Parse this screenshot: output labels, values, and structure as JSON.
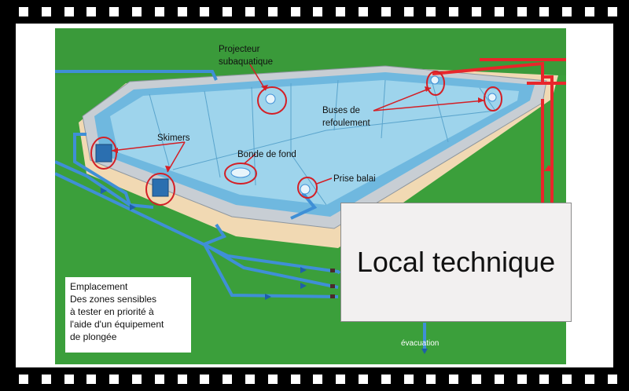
{
  "labels": {
    "projecteur_line1": "Projecteur",
    "projecteur_line2": "subaquatique",
    "buses_line1": "Buses de",
    "buses_line2": "refoulement",
    "skimers": "Skimers",
    "bonde": "Bonde de fond",
    "prise": "Prise balai",
    "evacuation": "évacuation"
  },
  "local_technique": "Local technique",
  "legend": {
    "line1": "Emplacement",
    "line2": "Des zones  sensibles",
    "line3": "à tester en priorité à",
    "line4": "l'aide d'un équipement",
    "line5": "de plongée"
  },
  "colors": {
    "grass": "#3b9f3b",
    "pool_water": "#9ed4ec",
    "pool_wall": "#6fb8df",
    "deck": "#f1d9b3",
    "pipe_blue": "#3f8fd6",
    "pipe_red": "#e8262b",
    "highlight_circle": "#d41f26"
  }
}
